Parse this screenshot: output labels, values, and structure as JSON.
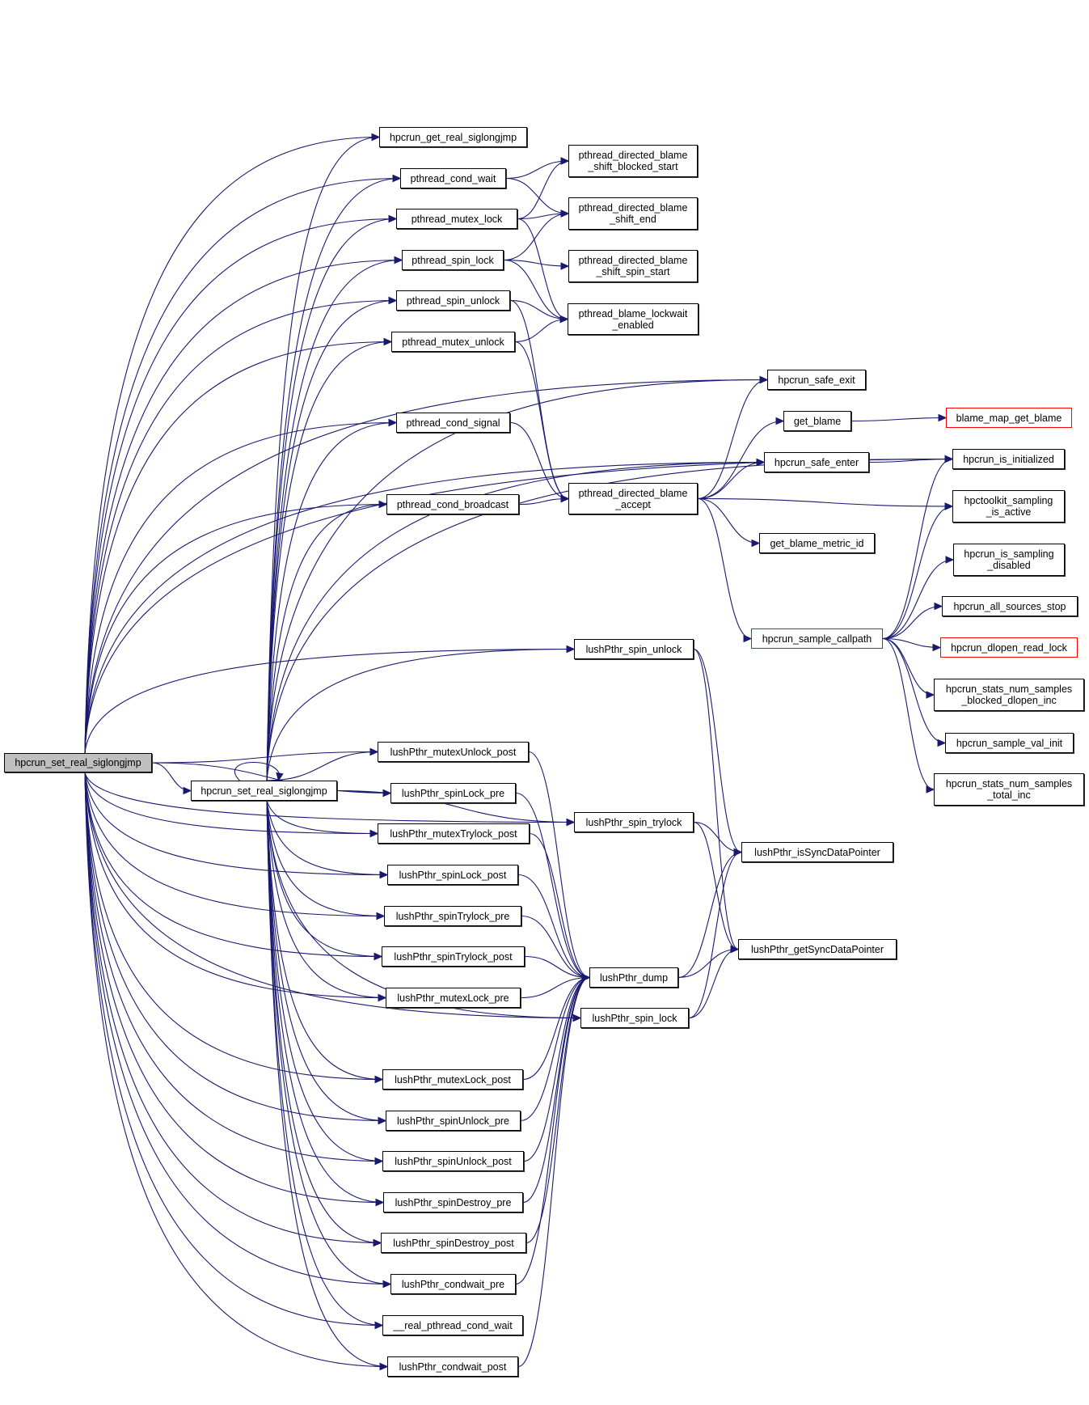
{
  "diagram": {
    "type": "call-graph",
    "edge_color": "#191970",
    "root_fill": "#bfbfbf",
    "truncated_border": "#ff0000",
    "nodes": [
      {
        "id": "root",
        "label": "hpcrun_set_real_siglongjmp",
        "kind": "root"
      },
      {
        "id": "set2",
        "label": "hpcrun_set_real_siglongjmp",
        "kind": "normal"
      },
      {
        "id": "getreal",
        "label": "hpcrun_get_real_siglongjmp",
        "kind": "normal"
      },
      {
        "id": "condwait",
        "label": "pthread_cond_wait",
        "kind": "normal"
      },
      {
        "id": "mutexlock",
        "label": "pthread_mutex_lock",
        "kind": "normal"
      },
      {
        "id": "spinlock",
        "label": "pthread_spin_lock",
        "kind": "normal"
      },
      {
        "id": "spinunlock",
        "label": "pthread_spin_unlock",
        "kind": "normal"
      },
      {
        "id": "mutexunlock",
        "label": "pthread_mutex_unlock",
        "kind": "normal"
      },
      {
        "id": "condsignal",
        "label": "pthread_cond_signal",
        "kind": "normal"
      },
      {
        "id": "condbcast",
        "label": "pthread_cond_broadcast",
        "kind": "normal"
      },
      {
        "id": "dbsbs",
        "label": "pthread_directed_blame\n_shift_blocked_start",
        "kind": "normal"
      },
      {
        "id": "dbse",
        "label": "pthread_directed_blame\n_shift_end",
        "kind": "normal"
      },
      {
        "id": "dbsss",
        "label": "pthread_directed_blame\n_shift_spin_start",
        "kind": "normal"
      },
      {
        "id": "lwe",
        "label": "pthread_blame_lockwait\n_enabled",
        "kind": "normal"
      },
      {
        "id": "dba",
        "label": "pthread_directed_blame\n_accept",
        "kind": "normal"
      },
      {
        "id": "safeexit",
        "label": "hpcrun_safe_exit",
        "kind": "normal"
      },
      {
        "id": "getblame",
        "label": "get_blame",
        "kind": "normal"
      },
      {
        "id": "safeenter",
        "label": "hpcrun_safe_enter",
        "kind": "normal"
      },
      {
        "id": "gbmid",
        "label": "get_blame_metric_id",
        "kind": "normal"
      },
      {
        "id": "bmgb",
        "label": "blame_map_get_blame",
        "kind": "truncated"
      },
      {
        "id": "isinit",
        "label": "hpcrun_is_initialized",
        "kind": "normal"
      },
      {
        "id": "sampact",
        "label": "hpctoolkit_sampling\n_is_active",
        "kind": "normal"
      },
      {
        "id": "sampdis",
        "label": "hpcrun_is_sampling\n_disabled",
        "kind": "normal"
      },
      {
        "id": "allstop",
        "label": "hpcrun_all_sources_stop",
        "kind": "normal"
      },
      {
        "id": "samplecp",
        "label": "hpcrun_sample_callpath",
        "kind": "truncated"
      },
      {
        "id": "dlopen",
        "label": "hpcrun_dlopen_read_lock",
        "kind": "truncated"
      },
      {
        "id": "statsbdi",
        "label": "hpcrun_stats_num_samples\n_blocked_dlopen_inc",
        "kind": "normal"
      },
      {
        "id": "valinit",
        "label": "hpcrun_sample_val_init",
        "kind": "normal"
      },
      {
        "id": "statstot",
        "label": "hpcrun_stats_num_samples\n_total_inc",
        "kind": "normal"
      },
      {
        "id": "lspinunlock",
        "label": "lushPthr_spin_unlock",
        "kind": "normal"
      },
      {
        "id": "lmuxunlpost",
        "label": "lushPthr_mutexUnlock_post",
        "kind": "normal"
      },
      {
        "id": "lspinlockpre",
        "label": "lushPthr_spinLock_pre",
        "kind": "normal"
      },
      {
        "id": "lmuxtrypost",
        "label": "lushPthr_mutexTrylock_post",
        "kind": "normal"
      },
      {
        "id": "lspintrylock",
        "label": "lushPthr_spin_trylock",
        "kind": "normal"
      },
      {
        "id": "lspinlockpost",
        "label": "lushPthr_spinLock_post",
        "kind": "normal"
      },
      {
        "id": "lspintrypre",
        "label": "lushPthr_spinTrylock_pre",
        "kind": "normal"
      },
      {
        "id": "lspintrypost",
        "label": "lushPthr_spinTrylock_post",
        "kind": "normal"
      },
      {
        "id": "lmuxlockpre",
        "label": "lushPthr_mutexLock_pre",
        "kind": "normal"
      },
      {
        "id": "ldump",
        "label": "lushPthr_dump",
        "kind": "normal"
      },
      {
        "id": "lspinlock",
        "label": "lushPthr_spin_lock",
        "kind": "normal"
      },
      {
        "id": "lissync",
        "label": "lushPthr_isSyncDataPointer",
        "kind": "normal"
      },
      {
        "id": "lgetsync",
        "label": "lushPthr_getSyncDataPointer",
        "kind": "normal"
      },
      {
        "id": "lmuxlockpost",
        "label": "lushPthr_mutexLock_post",
        "kind": "normal"
      },
      {
        "id": "lspinunlpre",
        "label": "lushPthr_spinUnlock_pre",
        "kind": "normal"
      },
      {
        "id": "lspinunlpost",
        "label": "lushPthr_spinUnlock_post",
        "kind": "normal"
      },
      {
        "id": "lspindespre",
        "label": "lushPthr_spinDestroy_pre",
        "kind": "normal"
      },
      {
        "id": "lspindespost",
        "label": "lushPthr_spinDestroy_post",
        "kind": "normal"
      },
      {
        "id": "lcwpre",
        "label": "lushPthr_condwait_pre",
        "kind": "normal"
      },
      {
        "id": "realcw",
        "label": "__real_pthread_cond_wait",
        "kind": "normal"
      },
      {
        "id": "lcwpost",
        "label": "lushPthr_condwait_post",
        "kind": "normal"
      }
    ],
    "edges": [
      [
        "root",
        "set2"
      ],
      [
        "set2",
        "set2"
      ],
      [
        "root",
        "getreal"
      ],
      [
        "set2",
        "getreal"
      ],
      [
        "root",
        "condwait"
      ],
      [
        "set2",
        "condwait"
      ],
      [
        "root",
        "mutexlock"
      ],
      [
        "set2",
        "mutexlock"
      ],
      [
        "root",
        "spinlock"
      ],
      [
        "set2",
        "spinlock"
      ],
      [
        "root",
        "spinunlock"
      ],
      [
        "set2",
        "spinunlock"
      ],
      [
        "root",
        "mutexunlock"
      ],
      [
        "set2",
        "mutexunlock"
      ],
      [
        "root",
        "condsignal"
      ],
      [
        "set2",
        "condsignal"
      ],
      [
        "root",
        "condbcast"
      ],
      [
        "set2",
        "condbcast"
      ],
      [
        "root",
        "safeexit"
      ],
      [
        "set2",
        "safeexit"
      ],
      [
        "root",
        "safeenter"
      ],
      [
        "set2",
        "safeenter"
      ],
      [
        "root",
        "isinit"
      ],
      [
        "set2",
        "isinit"
      ],
      [
        "root",
        "lspinunlock"
      ],
      [
        "set2",
        "lspinunlock"
      ],
      [
        "root",
        "lmuxunlpost"
      ],
      [
        "set2",
        "lmuxunlpost"
      ],
      [
        "root",
        "lspinlockpre"
      ],
      [
        "set2",
        "lspinlockpre"
      ],
      [
        "root",
        "lmuxtrypost"
      ],
      [
        "set2",
        "lmuxtrypost"
      ],
      [
        "root",
        "lspintrylock"
      ],
      [
        "set2",
        "lspintrylock"
      ],
      [
        "root",
        "lspinlockpost"
      ],
      [
        "set2",
        "lspinlockpost"
      ],
      [
        "root",
        "lspintrypre"
      ],
      [
        "set2",
        "lspintrypre"
      ],
      [
        "root",
        "lspintrypost"
      ],
      [
        "set2",
        "lspintrypost"
      ],
      [
        "root",
        "lmuxlockpre"
      ],
      [
        "set2",
        "lmuxlockpre"
      ],
      [
        "root",
        "lspinlock"
      ],
      [
        "set2",
        "lspinlock"
      ],
      [
        "root",
        "lmuxlockpost"
      ],
      [
        "set2",
        "lmuxlockpost"
      ],
      [
        "root",
        "lspinunlpre"
      ],
      [
        "set2",
        "lspinunlpre"
      ],
      [
        "root",
        "lspinunlpost"
      ],
      [
        "set2",
        "lspinunlpost"
      ],
      [
        "root",
        "lspindespre"
      ],
      [
        "set2",
        "lspindespre"
      ],
      [
        "root",
        "lspindespost"
      ],
      [
        "set2",
        "lspindespost"
      ],
      [
        "root",
        "lcwpre"
      ],
      [
        "set2",
        "lcwpre"
      ],
      [
        "root",
        "realcw"
      ],
      [
        "set2",
        "realcw"
      ],
      [
        "root",
        "lcwpost"
      ],
      [
        "set2",
        "lcwpost"
      ],
      [
        "condwait",
        "dbsbs"
      ],
      [
        "condwait",
        "dbse"
      ],
      [
        "mutexlock",
        "dbsbs"
      ],
      [
        "mutexlock",
        "dbse"
      ],
      [
        "mutexlock",
        "lwe"
      ],
      [
        "spinlock",
        "dbse"
      ],
      [
        "spinlock",
        "dbsss"
      ],
      [
        "spinlock",
        "lwe"
      ],
      [
        "spinunlock",
        "lwe"
      ],
      [
        "spinunlock",
        "dba"
      ],
      [
        "mutexunlock",
        "lwe"
      ],
      [
        "mutexunlock",
        "dba"
      ],
      [
        "condsignal",
        "dba"
      ],
      [
        "condbcast",
        "dba"
      ],
      [
        "dba",
        "safeexit"
      ],
      [
        "dba",
        "getblame"
      ],
      [
        "dba",
        "safeenter"
      ],
      [
        "dba",
        "sampact"
      ],
      [
        "dba",
        "gbmid"
      ],
      [
        "dba",
        "samplecp"
      ],
      [
        "getblame",
        "bmgb"
      ],
      [
        "safeenter",
        "isinit"
      ],
      [
        "samplecp",
        "isinit"
      ],
      [
        "samplecp",
        "sampact"
      ],
      [
        "samplecp",
        "sampdis"
      ],
      [
        "samplecp",
        "allstop"
      ],
      [
        "samplecp",
        "dlopen"
      ],
      [
        "samplecp",
        "statsbdi"
      ],
      [
        "samplecp",
        "valinit"
      ],
      [
        "samplecp",
        "statstot"
      ],
      [
        "lspinunlock",
        "lissync"
      ],
      [
        "lspinunlock",
        "lgetsync"
      ],
      [
        "lspintrylock",
        "lissync"
      ],
      [
        "lspintrylock",
        "lgetsync"
      ],
      [
        "lspinlock",
        "lissync"
      ],
      [
        "lspinlock",
        "lgetsync"
      ],
      [
        "ldump",
        "lissync"
      ],
      [
        "ldump",
        "lgetsync"
      ],
      [
        "lmuxunlpost",
        "ldump"
      ],
      [
        "lspinlockpre",
        "ldump"
      ],
      [
        "lmuxtrypost",
        "ldump"
      ],
      [
        "lspinlockpost",
        "ldump"
      ],
      [
        "lspintrypre",
        "ldump"
      ],
      [
        "lspintrypost",
        "ldump"
      ],
      [
        "lmuxlockpre",
        "ldump"
      ],
      [
        "lmuxlockpost",
        "ldump"
      ],
      [
        "lspinunlpre",
        "ldump"
      ],
      [
        "lspinunlpost",
        "ldump"
      ],
      [
        "lspindespre",
        "ldump"
      ],
      [
        "lspindespost",
        "ldump"
      ],
      [
        "lcwpre",
        "ldump"
      ],
      [
        "lcwpost",
        "ldump"
      ]
    ]
  }
}
